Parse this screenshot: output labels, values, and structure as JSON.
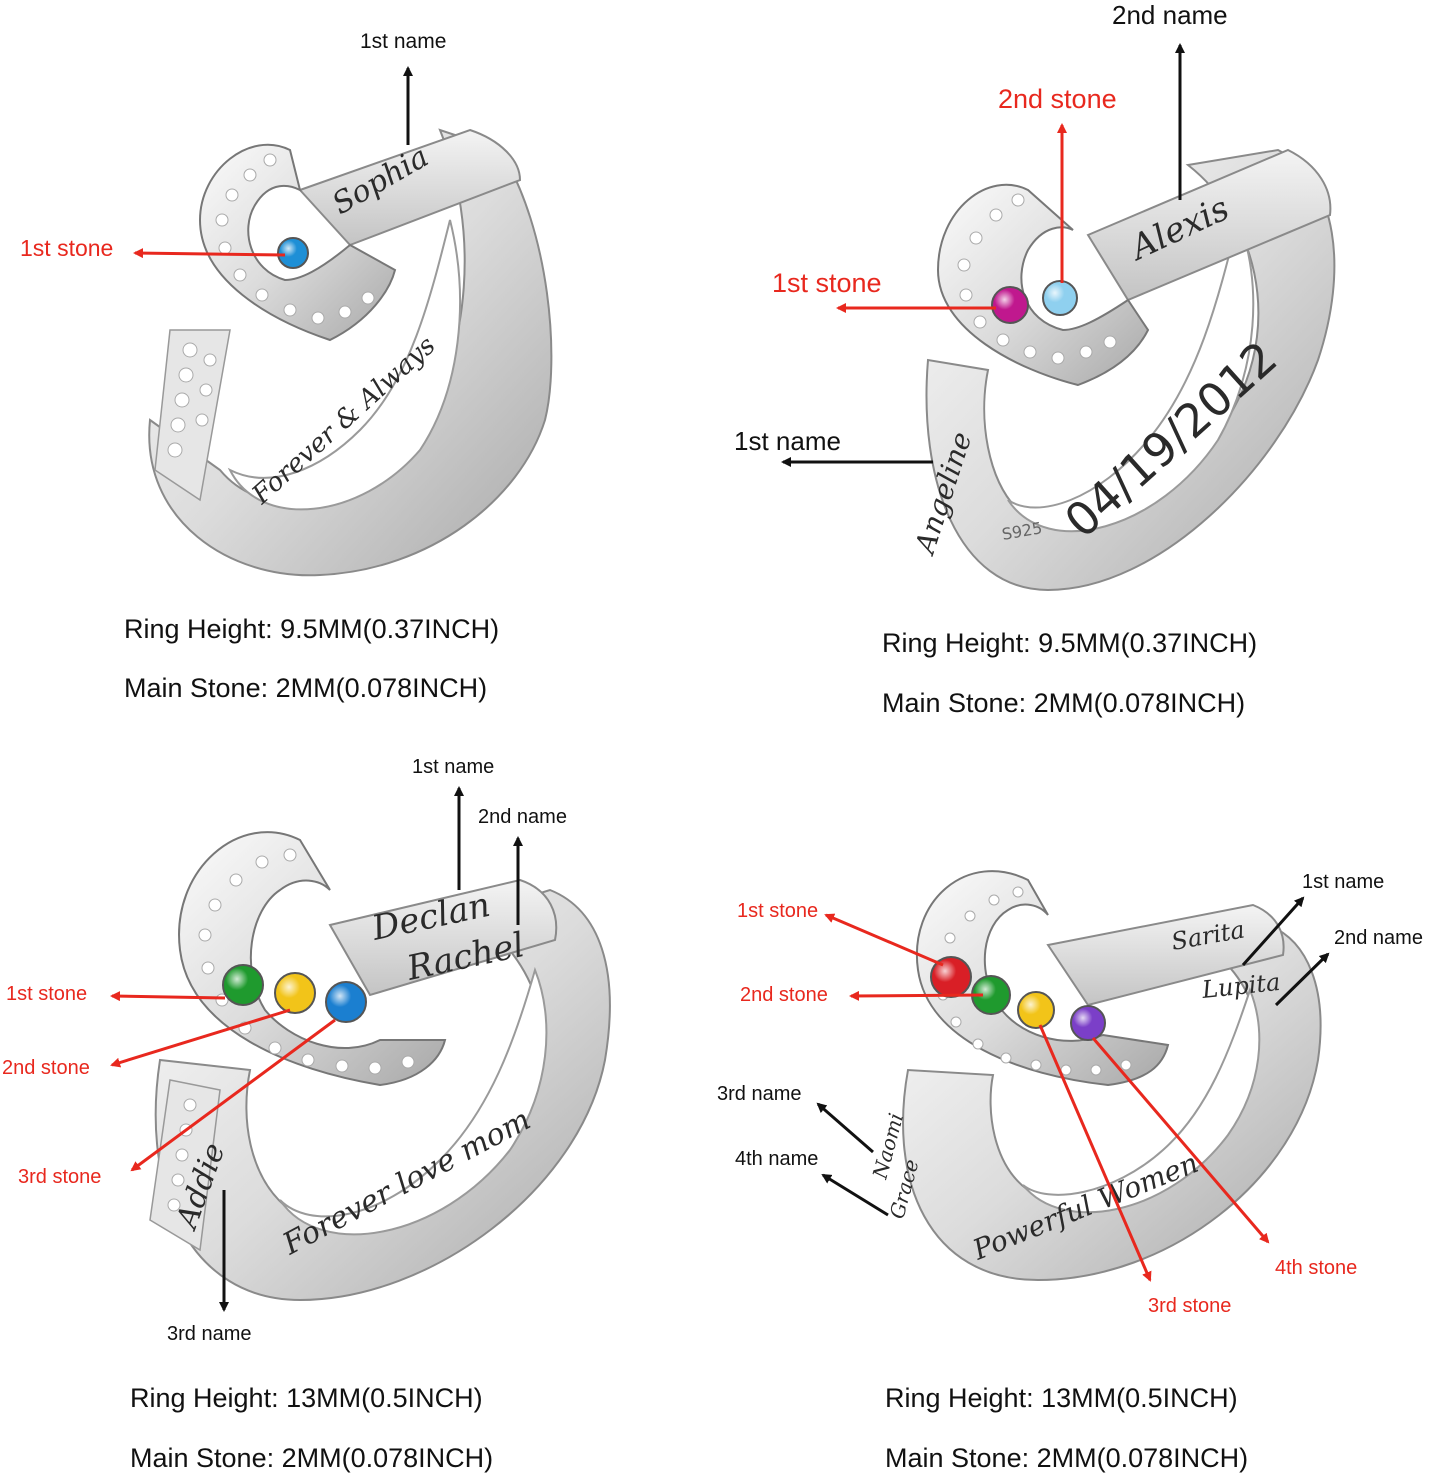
{
  "panels": [
    {
      "specs": {
        "height": "Ring Height: 9.5MM(0.37INCH)",
        "stone": "Main Stone:  2MM(0.078INCH)"
      },
      "labels": {
        "name1": "1st name",
        "stone1": "1st stone"
      },
      "engraving": {
        "band": "Sophia",
        "inner": "Forever & Always"
      },
      "stones": [
        {
          "color": "#1e8fd6"
        }
      ]
    },
    {
      "specs": {
        "height": "Ring Height: 9.5MM(0.37INCH)",
        "stone": "Main Stone:  2MM(0.078INCH)"
      },
      "labels": {
        "name2": "2nd name",
        "stone2": "2nd stone",
        "stone1": "1st stone",
        "name1": "1st name"
      },
      "engraving": {
        "band": "Alexis",
        "inner": "04/19/2012",
        "side": "Angeline",
        "stamp": "S925"
      },
      "stones": [
        {
          "color": "#c0188e"
        },
        {
          "color": "#8fd0ef"
        }
      ]
    },
    {
      "specs": {
        "height": "Ring Height: 13MM(0.5INCH)",
        "stone": "Main Stone:  2MM(0.078INCH)"
      },
      "labels": {
        "name1": "1st name",
        "name2": "2nd name",
        "stone1": "1st stone",
        "stone2": "2nd stone",
        "stone3": "3rd stone",
        "name3": "3rd name"
      },
      "engraving": {
        "band1": "Declan",
        "band2": "Rachel",
        "inner": "Forever love mom",
        "side": "Addie"
      },
      "stones": [
        {
          "color": "#1f9a2e"
        },
        {
          "color": "#f2c419"
        },
        {
          "color": "#1b7fd0"
        }
      ]
    },
    {
      "specs": {
        "height": "Ring Height: 13MM(0.5INCH)",
        "stone": "Main Stone:  2MM(0.078INCH)"
      },
      "labels": {
        "name1": "1st name",
        "name2": "2nd name",
        "stone1": "1st stone",
        "stone2": "2nd stone",
        "name3": "3rd name",
        "name4": "4th name",
        "stone3": "3rd stone",
        "stone4": "4th stone"
      },
      "engraving": {
        "band1": "Sarita",
        "band2": "Lupita",
        "inner": "Powerful Women",
        "side1": "Naomi",
        "side2": "Grace"
      },
      "stones": [
        {
          "color": "#d91f26"
        },
        {
          "color": "#1f9a2e"
        },
        {
          "color": "#f2c419"
        },
        {
          "color": "#7b3fc8"
        }
      ]
    }
  ],
  "colors": {
    "accent_red": "#e8281e",
    "arrow_black": "#111111",
    "silver_light": "#f1f1f1",
    "silver_dark": "#9a9a9a"
  }
}
